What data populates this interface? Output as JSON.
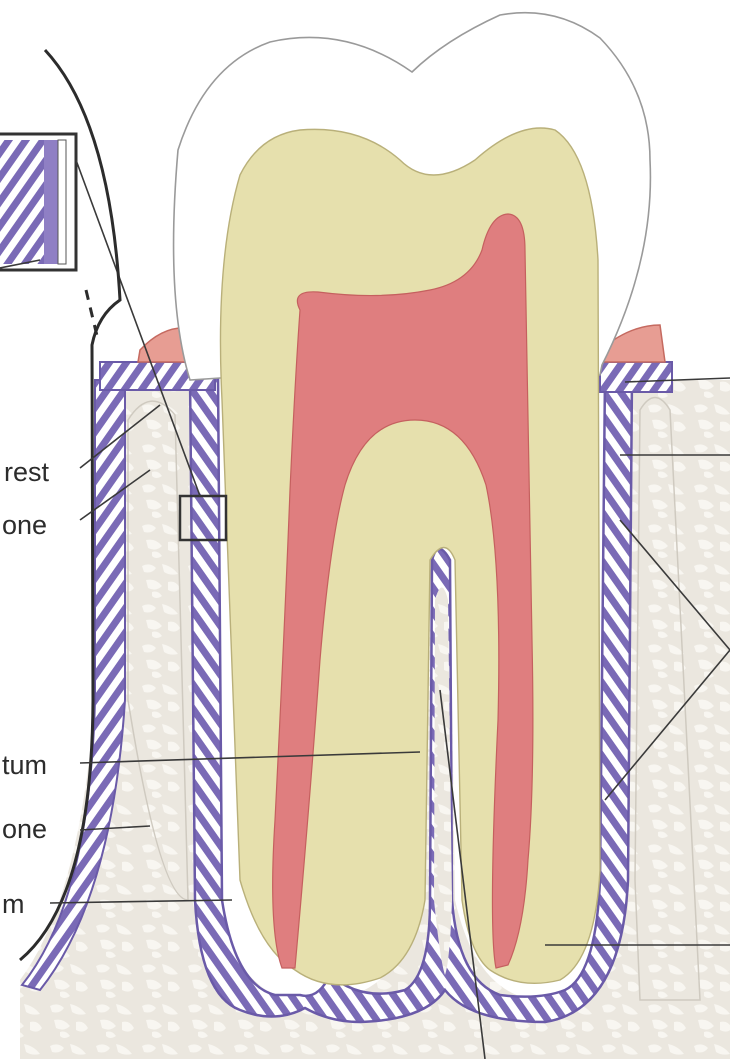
{
  "diagram": {
    "labels": {
      "crest": "rest",
      "bone_upper": "one",
      "septum": "tum",
      "bone_lower": "one",
      "ligament": "m"
    },
    "colors": {
      "enamel": "#ffffff",
      "enamel_outline": "#9a9a9a",
      "dentin": "#e6e0ad",
      "pulp": "#e07f80",
      "ligament": "#8f7fc4",
      "ligament_dark": "#6a5aa8",
      "bone": "#ece8e0",
      "bone_trabecula": "#f7f5f0",
      "gingiva": "#e9a59a",
      "leader": "#3a3a3a"
    }
  }
}
